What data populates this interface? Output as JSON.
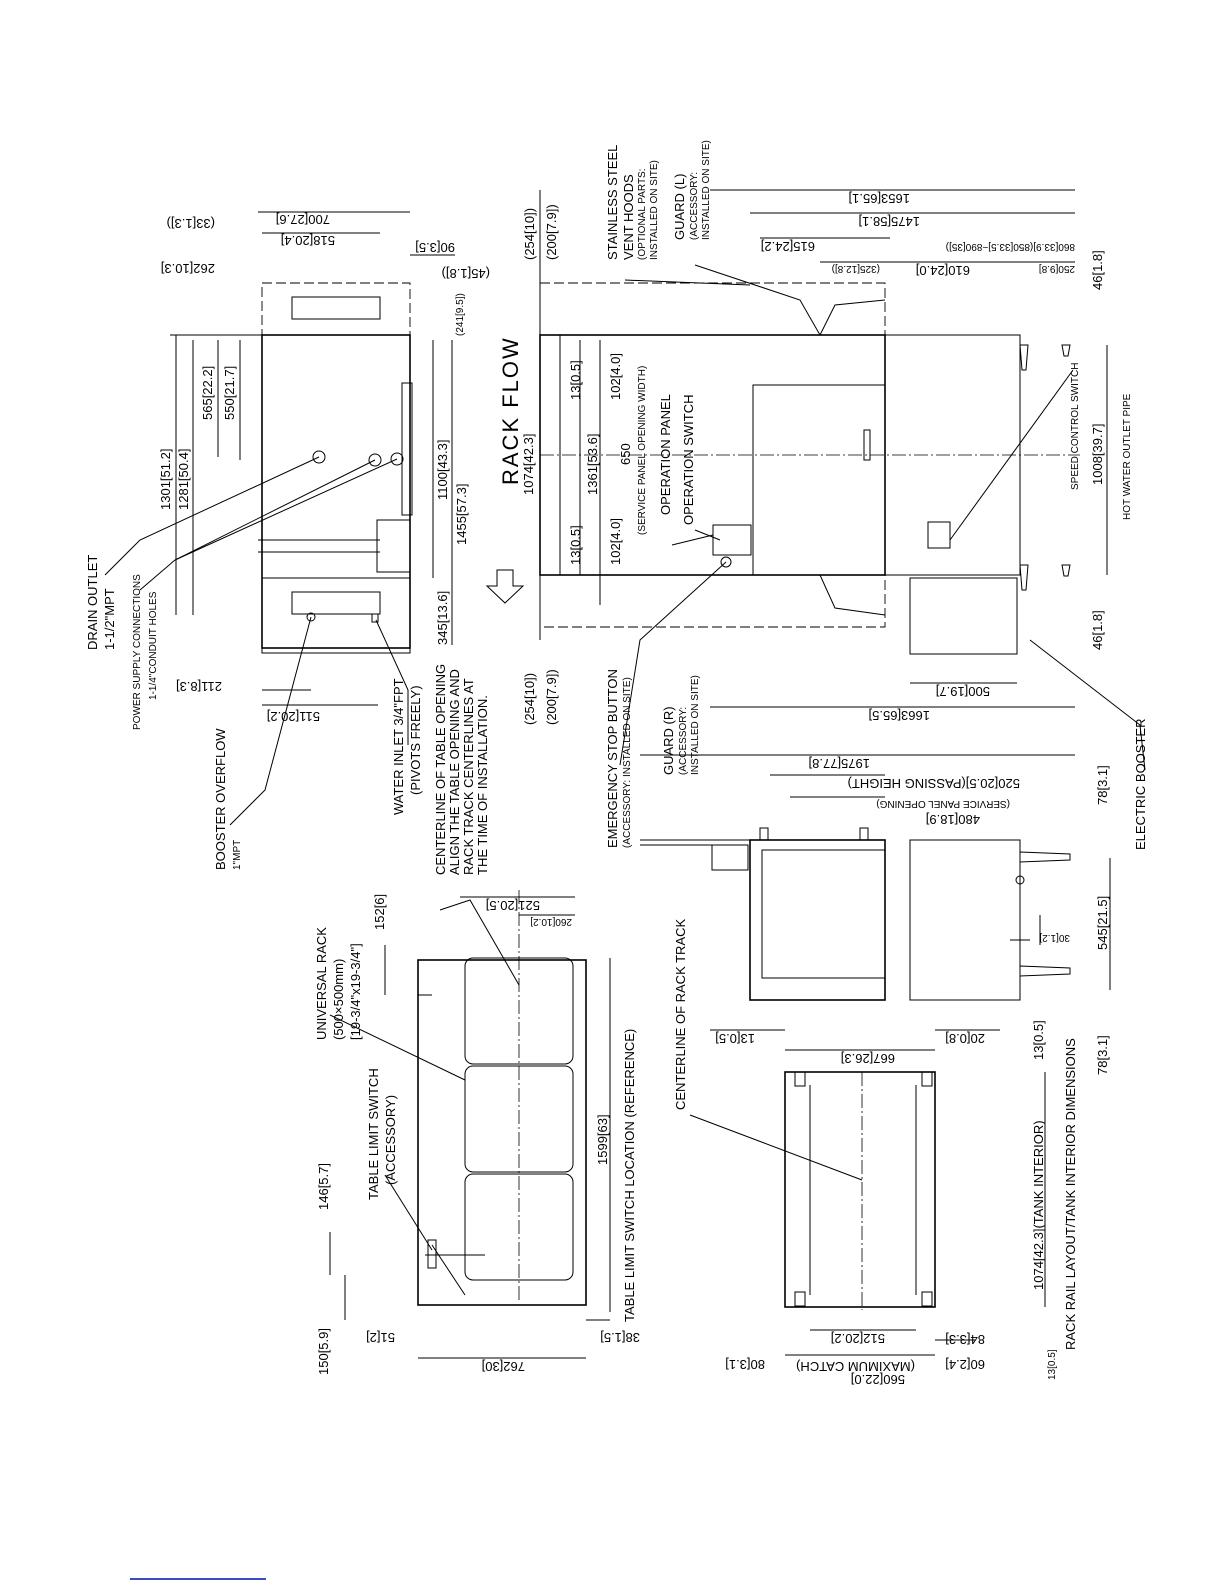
{
  "rack_flow": "RACK FLOW",
  "labels": {
    "drain_outlet": [
      "DRAIN OUTLET",
      "1-1/2\"MPT"
    ],
    "power_supply": [
      "POWER SUPPLY CONNECTIONS",
      "1-1/4\"CONDUIT HOLES"
    ],
    "booster_overflow": [
      "BOOSTER OVERFLOW",
      "1\"MPT"
    ],
    "water_inlet": [
      "WATER INLET 3/4\"FPT",
      "(PIVOTS FREELY)"
    ],
    "centerline_table": [
      "CENTERLINE OF TABLE OPENING",
      "ALIGN THE TABLE OPENING AND",
      "RACK TRACK CENTERLINES AT",
      "THE TIME OF INSTALLATION."
    ],
    "universal_rack": [
      "UNIVERSAL RACK",
      "(500×500mm)",
      "[19-3/4\"x19-3/4\"]"
    ],
    "table_limit_switch": [
      "TABLE LIMIT SWITCH",
      "(ACCESSORY)"
    ],
    "table_limit_location": "TABLE LIMIT SWITCH LOCATION (REFERENCE)",
    "stainless_hoods": [
      "STAINLESS STEEL",
      "VENT HOODS",
      "(OPTIONAL PARTS:",
      "INSTALLED ON SITE)"
    ],
    "guard_l": [
      "GUARD (L)",
      "(ACCESSORY:",
      "INSTALLED ON SITE)"
    ],
    "guard_r": [
      "GUARD (R)",
      "(ACCESSORY:",
      "INSTALLED ON SITE)"
    ],
    "emergency_stop": [
      "EMERGENCY STOP BUTTON",
      "(ACCESSORY: INSTALLED ON SITE)"
    ],
    "operation_panel": "OPERATION PANEL",
    "operation_switch": "OPERATION SWITCH",
    "service_panel_width": [
      "650",
      "(SERVICE PANEL OPENING WIDTH)"
    ],
    "speed_control": "SPEED CONTROL SWITCH",
    "hot_water_outlet": "HOT WATER OUTLET PIPE",
    "electric_booster": "ELECTRIC BOOSTER",
    "centerline_rack_track": "CENTERLINE OF RACK TRACK",
    "rack_rail_layout": "RACK RAIL LAYOUT/TANK INTERIOR DIMENSIONS",
    "tank_interior": "1074[42.3](TANK INTERIOR)",
    "maximum_catch": [
      "560[22.0]",
      "(MAXIMUM CATCH)"
    ],
    "passing_height": "520[20.5](PASSING HEIGHT)",
    "service_panel_opening": [
      "480[18.9]",
      "(SERVICE PANEL OPENING)"
    ],
    "reference_range": "860[33.9](850[33.5]~890[35])"
  },
  "dimensions": {
    "side_top": [
      "700[27.6]",
      "518[20.4]",
      "(33[1.3])",
      "262[10.3]",
      "90[3.5]",
      "(45[1.8])",
      "(241[9.5])"
    ],
    "side_vertical": [
      "1301[51.2]",
      "1281[50.4]",
      "565[22.2]",
      "550[21.7]",
      "1100[43.3]",
      "1455[57.3]",
      "345[13.6]"
    ],
    "side_bottom": [
      "211[8.3]",
      "511[20.2]"
    ],
    "plan_top": [
      "(254[10])",
      "(200[7.9])",
      "13[0.5]",
      "102[4.0]",
      "1074[42.3]",
      "1361[53.6]",
      "13[0.5]",
      "102[4.0]",
      "(254[10])",
      "(200[7.9])"
    ],
    "plan_right": [
      "1653[65.1]",
      "1475[58.1]",
      "615[24.2]",
      "(325[12.8])",
      "610[24.0]",
      "250[9.8]",
      "46[1.8]",
      "1008[39.7]",
      "46[1.8]",
      "500[19.7]",
      "1663[65.5]"
    ],
    "table": [
      "521[20.5]",
      "260[10.2]",
      "152[6]",
      "1599[63]",
      "146[5.7]",
      "150[5.9]",
      "51[2]",
      "762[30]",
      "38[1.5]"
    ],
    "end_view": [
      "1975[77.8]",
      "78[3.1]",
      "545[21.5]",
      "30[1.2]",
      "78[3.1]"
    ],
    "rail": [
      "13[0.5]",
      "667[26.3]",
      "20[0.8]",
      "512[20.2]",
      "84[3.3]",
      "80[3.1]",
      "60[2.4]",
      "13[0.5]"
    ]
  }
}
